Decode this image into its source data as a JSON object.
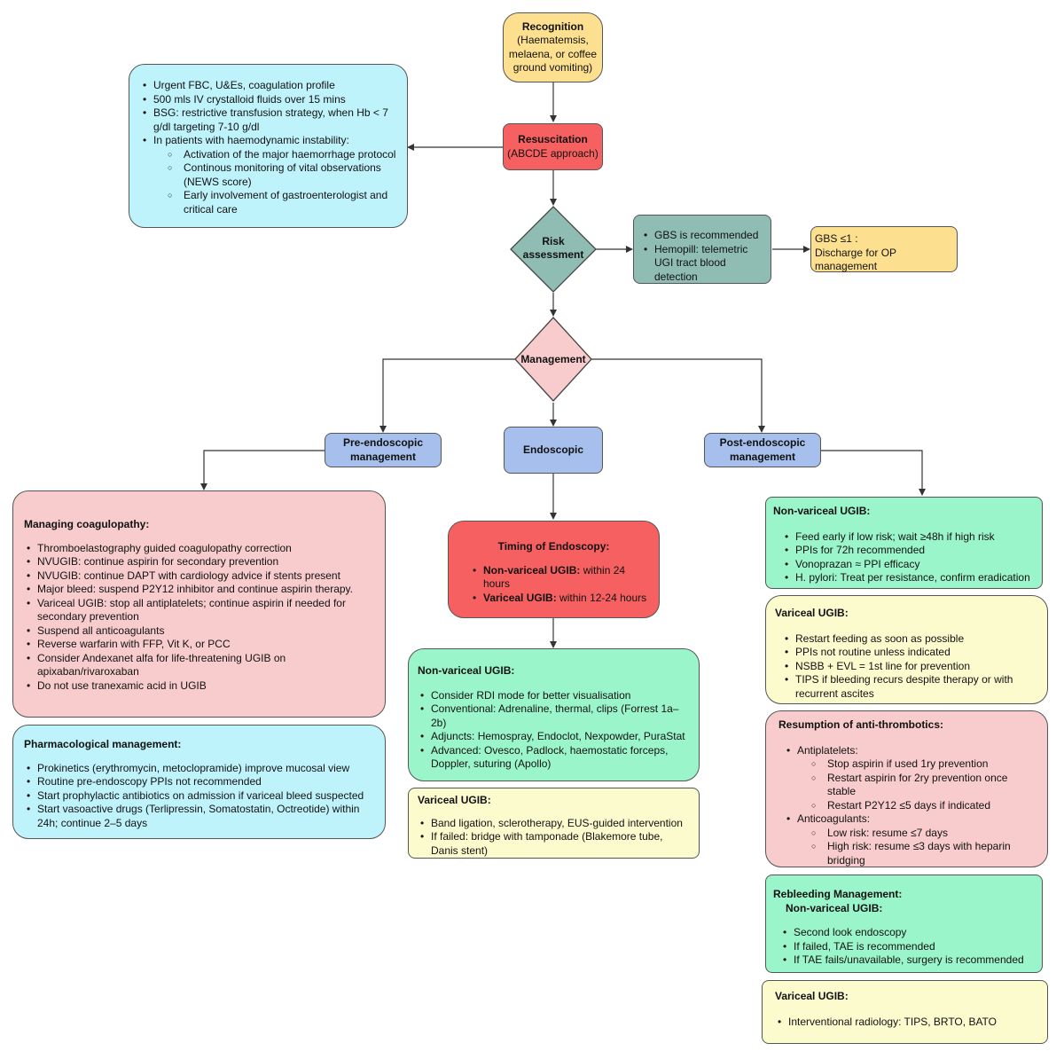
{
  "recognition": {
    "title": "Recognition",
    "lines": [
      "(Haematemsis,",
      "melaena, or coffee",
      "ground vomiting)"
    ]
  },
  "initial_workup": {
    "items": [
      "Urgent FBC, U&Es, coagulation profile",
      "500 mls IV crystalloid fluids over 15 mins",
      "BSG: restrictive transfusion strategy, when Hb < 7 g/dl targeting 7-10 g/dl",
      "In patients with haemodynamic instability:"
    ],
    "subitems": [
      "Activation of the major haemorrhage protocol",
      "Continous monitoring of vital observations (NEWS score)",
      "Early involvement of gastroenterologist and critical care"
    ]
  },
  "resuscitation": {
    "title": "Resuscitation",
    "subtitle": "(ABCDE approach)"
  },
  "risk_assessment": {
    "line1": "Risk",
    "line2": "assessment"
  },
  "gbs_box": {
    "items": [
      "GBS is recommended",
      "Hemopill: telemetric UGI tract blood detection"
    ]
  },
  "discharge_box": {
    "line1": "GBS ≤1 :",
    "line2": "Discharge for OP management"
  },
  "management": {
    "label": "Management"
  },
  "pre_endoscopic": {
    "line1": "Pre-endoscopic",
    "line2": "management"
  },
  "endoscopic": {
    "label": "Endoscopic"
  },
  "post_endoscopic": {
    "line1": "Post-endoscopic",
    "line2": "management"
  },
  "coagulopathy": {
    "title": "Managing coagulopathy:",
    "items": [
      "Thromboelastography guided coagulopathy correction",
      "NVUGIB: continue aspirin for secondary prevention",
      "NVUGIB: continue DAPT with cardiology advice if stents present",
      "Major bleed: suspend P2Y12 inhibitor and continue aspirin therapy.",
      "Variceal UGIB: stop all antiplatelets; continue aspirin if needed for secondary prevention",
      "Suspend all anticoagulants",
      "Reverse warfarin with FFP, Vit K, or PCC",
      "Consider Andexanet alfa for life-threatening UGIB on apixaban/rivaroxaban",
      "Do not use tranexamic acid in UGIB"
    ]
  },
  "pharmacological": {
    "title": "Pharmacological management:",
    "items": [
      "Prokinetics (erythromycin, metoclopramide) improve mucosal view",
      "Routine pre-endoscopy PPIs not recommended",
      "Start prophylactic antibiotics on admission if variceal bleed suspected",
      "Start vasoactive drugs (Terlipressin, Somatostatin, Octreotide) within 24h; continue 2–5 days"
    ]
  },
  "timing": {
    "title": "Timing of Endoscopy:",
    "items": [
      {
        "bold": "Non-variceal UGIB:",
        "text": " within 24 hours"
      },
      {
        "bold": "Variceal UGIB:",
        "text": " within 12-24 hours"
      }
    ]
  },
  "endo_nonvariceal": {
    "title": "Non-variceal UGIB:",
    "items": [
      "Consider RDI mode for better visualisation",
      "Conventional: Adrenaline, thermal, clips (Forrest 1a–2b)",
      "Adjuncts: Hemospray, Endoclot, Nexpowder, PuraStat",
      "Advanced: Ovesco, Padlock, haemostatic forceps, Doppler, suturing (Apollo)"
    ]
  },
  "endo_variceal": {
    "title": "Variceal UGIB:",
    "items": [
      "Band ligation, sclerotherapy, EUS-guided intervention",
      "If failed: bridge with tamponade (Blakemore tube, Danis stent)"
    ]
  },
  "post_nonvariceal": {
    "title": "Non-variceal UGIB:",
    "items": [
      "Feed early if low risk; wait ≥48h if high risk",
      "PPIs for 72h recommended",
      "Vonoprazan ≈ PPI efficacy",
      "H. pylori: Treat per resistance, confirm eradication"
    ]
  },
  "post_variceal": {
    "title": "Variceal UGIB:",
    "items": [
      "Restart feeding as soon as possible",
      "PPIs not routine unless indicated",
      "NSBB + EVL = 1st line for prevention",
      "TIPS if bleeding recurs despite therapy or with recurrent ascites"
    ]
  },
  "antithrombotics": {
    "title": "Resumption of anti-thrombotics:",
    "antiplatelets": "Antiplatelets:",
    "antiplatelet_items": [
      "Stop aspirin if used 1ry prevention",
      "Restart aspirin for 2ry prevention once stable",
      "Restart P2Y12 ≤5 days if indicated"
    ],
    "anticoagulants": "Anticoagulants:",
    "anticoagulant_items": [
      "Low risk: resume ≤7 days",
      "High risk: resume ≤3 days with heparin bridging"
    ]
  },
  "rebleeding": {
    "title": "Rebleeding Management:",
    "subtitle": "Non-variceal UGIB:",
    "items": [
      "Second look endoscopy",
      "If failed, TAE is recommended",
      "If TAE fails/unavailable, surgery is recommended"
    ]
  },
  "rebleed_variceal": {
    "title": "Variceal UGIB:",
    "items": [
      "Interventional radiology: TIPS, BRTO, BATO"
    ]
  }
}
